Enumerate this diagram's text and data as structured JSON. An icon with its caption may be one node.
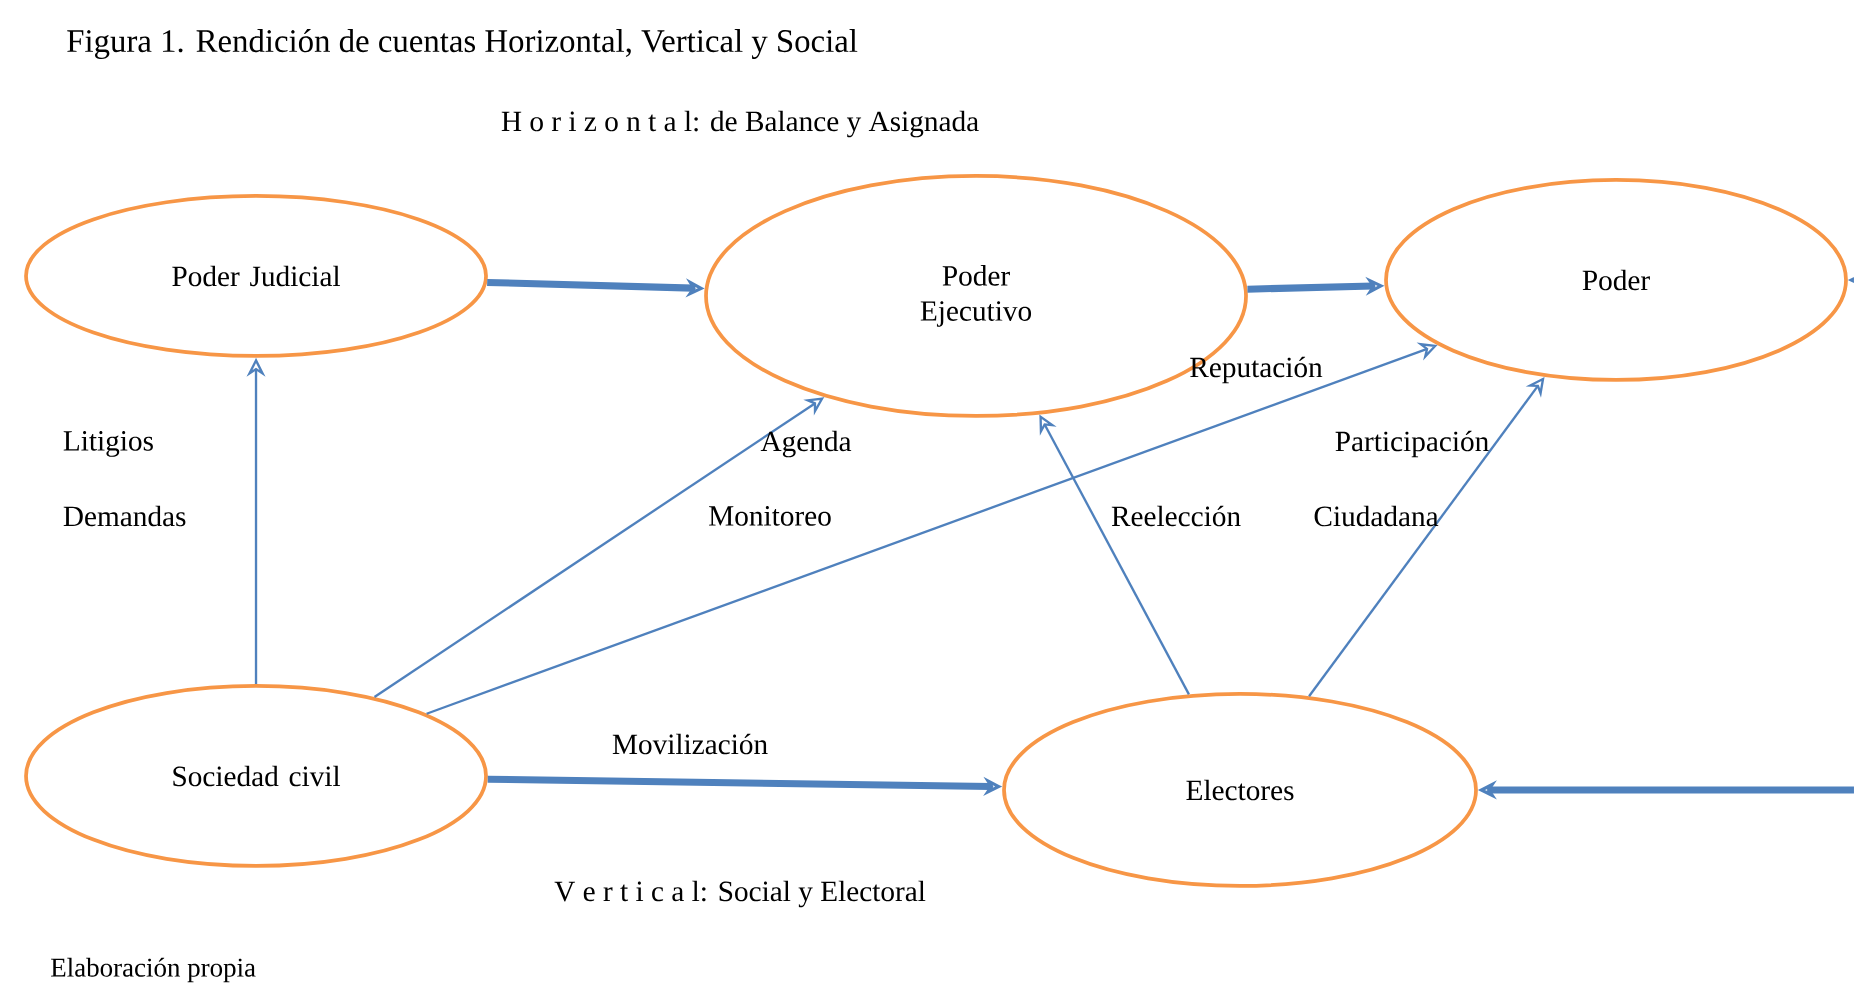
{
  "diagram": {
    "title": "Figura 1.    Rendición de cuentas Horizontal, Vertical y Social",
    "caption": "Elaboración propia",
    "nodes": [
      {
        "text": [
          "Poder Judicial"
        ]
      },
      {
        "text": [
          "Poder Ejecutivo"
        ]
      },
      {
        "text": [
          "Poder"
        ]
      },
      {
        "text": [
          "Sociedad civil"
        ]
      },
      {
        "text": [
          "Electores"
        ]
      }
    ],
    "edges": [
      {
        "from": 0,
        "to": 1,
        "arrow": "to",
        "style": "thick"
      },
      {
        "from": 1,
        "to": 2,
        "arrow": "to",
        "style": "thick"
      },
      {
        "from": 2,
        "to": 4,
        "arrow": "both",
        "style": "thick"
      },
      {
        "from": 3,
        "to": 0,
        "arrow": "to"
      },
      {
        "from": 3,
        "to": 1,
        "arrow": "to"
      },
      {
        "from": 3,
        "to": 2,
        "arrow": "to"
      },
      {
        "from": 3,
        "to": 4,
        "arrow": "to",
        "style": "thick"
      },
      {
        "from": 4,
        "to": 1,
        "arrow": "to"
      },
      {
        "from": 4,
        "to": 2,
        "arrow": "to"
      }
    ],
    "labels": [
      "H o r i z o n t a l: de Balance y Asignada",
      "Litigios",
      "Demandas",
      "Agenda",
      "Monitoreo",
      "Reputación",
      "Reelección",
      "Participación",
      "Ciudadana",
      "Movilización",
      "V e r t i c a l: Social y Electoral"
    ]
  }
}
